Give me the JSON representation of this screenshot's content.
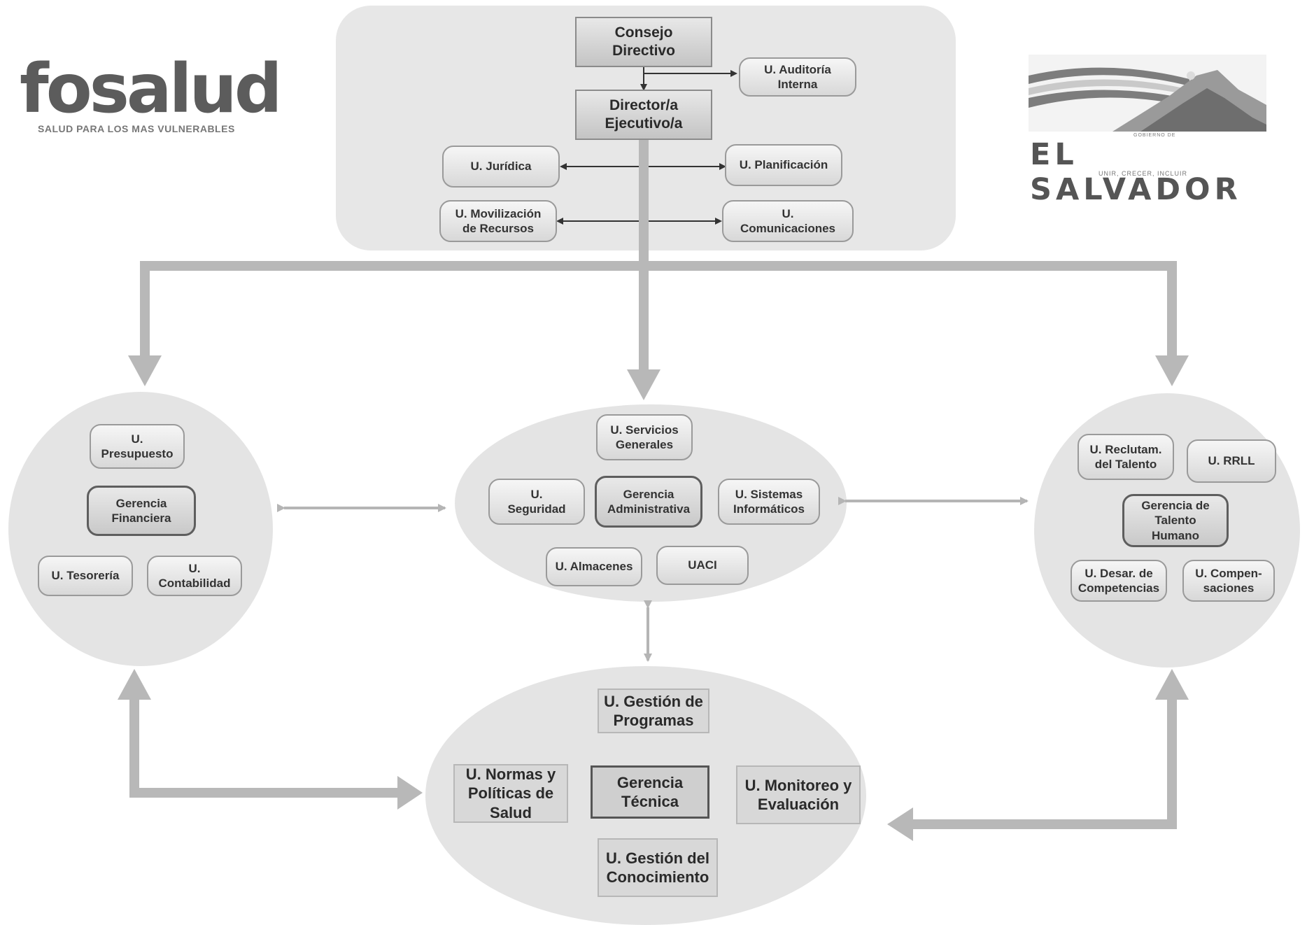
{
  "logos": {
    "fosalud": {
      "word": "fosalud",
      "tagline": "SALUD PARA LOS MAS VULNERABLES"
    },
    "el_salvador": {
      "government": "GOBIERNO DE",
      "country": "EL SALVADOR",
      "motto": "UNIR, CRECER, INCLUIR"
    }
  },
  "top": {
    "consejo": "Consejo\nDirectivo",
    "auditoria": "U. Auditoría\nInterna",
    "director": "Director/a\nEjecutivo/a",
    "juridica": "U. Jurídica",
    "planificacion": "U. Planificación",
    "movilizacion": "U. Movilización\nde Recursos",
    "comunicaciones": "U.\nComunicaciones"
  },
  "financiera": {
    "presupuesto": "U.\nPresupuesto",
    "gerencia": "Gerencia\nFinanciera",
    "tesoreria": "U. Tesorería",
    "contabilidad": "U.\nContabilidad"
  },
  "administrativa": {
    "servicios": "U. Servicios\nGenerales",
    "seguridad": "U.\nSeguridad",
    "gerencia": "Gerencia\nAdministrativa",
    "sistemas": "U. Sistemas\nInformáticos",
    "almacenes": "U. Almacenes",
    "uaci": "UACI"
  },
  "talento": {
    "reclutamiento": "U. Reclutam.\ndel Talento",
    "rrll": "U. RRLL",
    "gerencia": "Gerencia de\nTalento\nHumano",
    "desarrollo": "U. Desar. de\nCompetencias",
    "compensaciones": "U. Compen-\nsaciones"
  },
  "tecnica": {
    "programas": "U. Gestión de\nProgramas",
    "normas": "U. Normas y\nPolíticas de\nSalud",
    "gerencia": "Gerencia\nTécnica",
    "monitoreo": "U. Monitoreo y\nEvaluación",
    "conocimiento": "U. Gestión del\nConocimiento"
  }
}
